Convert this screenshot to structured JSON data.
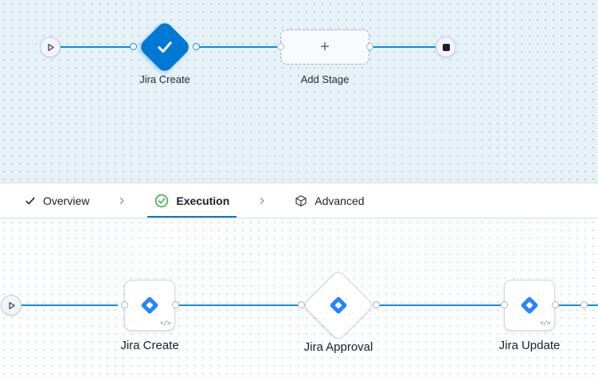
{
  "colors": {
    "accent_blue": "#0278d5",
    "connector_blue": "#0092e4",
    "jira_blue": "#2684ff",
    "success_green": "#42ab45",
    "top_canvas_bg": "#e7f2f8",
    "bottom_canvas_bg": "#fcfdfe",
    "text_dark": "#1d1d27"
  },
  "icons": {
    "play-icon": "triangle outline",
    "stop-icon": "filled square",
    "checkmark-icon": "white check inside blue diamond",
    "plus-icon": "+",
    "check-icon": "dark check",
    "check-circle-icon": "green circled check",
    "cube-icon": "3d package box",
    "chevron-right-icon": "›",
    "jira-icon": "blue jira diamond",
    "code-icon": "</>"
  },
  "top_pipeline": {
    "stage": {
      "label": "Jira Create"
    },
    "add_stage": {
      "label": "Add Stage",
      "plus": "+"
    }
  },
  "tab_bar": {
    "tabs": [
      {
        "label": "Overview",
        "icon": "check-icon",
        "active": false
      },
      {
        "label": "Execution",
        "icon": "check-circle-icon",
        "active": true
      },
      {
        "label": "Advanced",
        "icon": "cube-icon",
        "active": false
      }
    ]
  },
  "execution_canvas": {
    "steps": [
      {
        "label": "Jira Create",
        "type": "step-card",
        "badge": "</>"
      },
      {
        "label": "Jira Approval",
        "type": "diamond"
      },
      {
        "label": "Jira Update",
        "type": "step-card",
        "badge": "</>"
      }
    ]
  }
}
